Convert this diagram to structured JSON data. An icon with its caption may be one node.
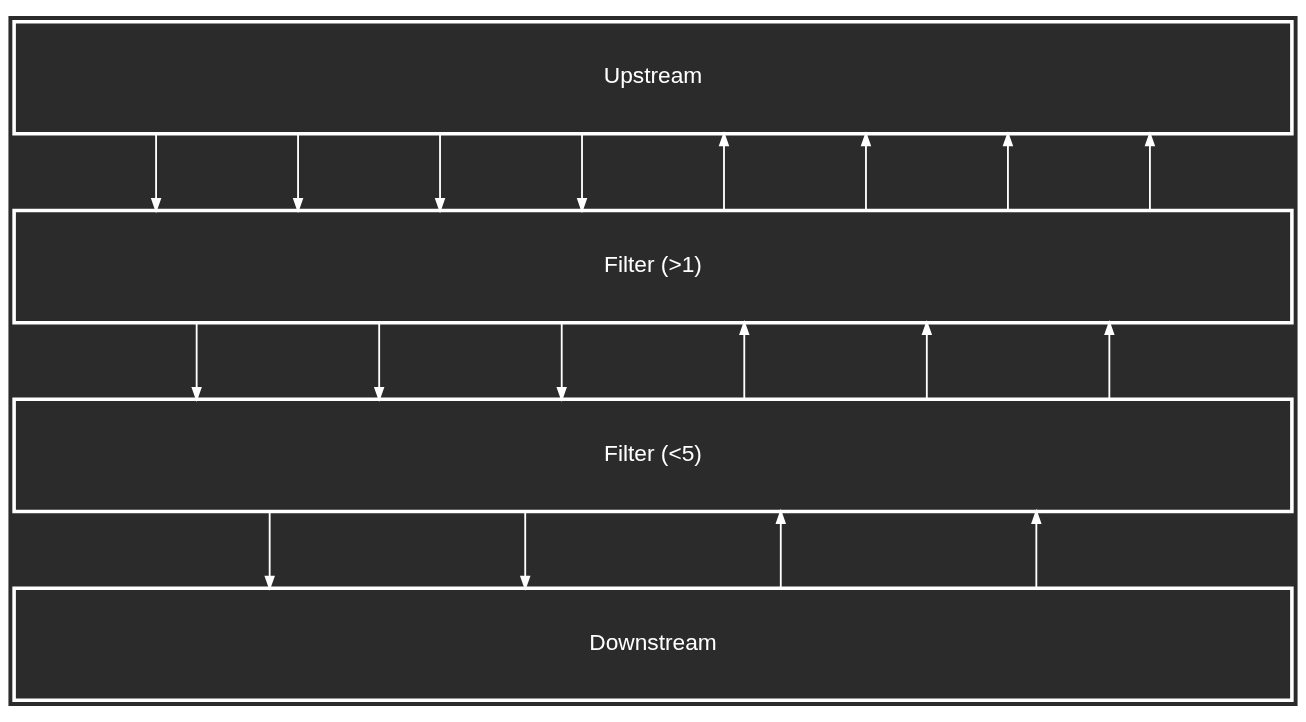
{
  "diagram": {
    "nodes": [
      {
        "text": [
          "Upstream"
        ]
      },
      {
        "text": [
          "Filter (>1)"
        ]
      },
      {
        "text": [
          "Filter (<5)"
        ]
      },
      {
        "text": [
          "Downstream"
        ]
      }
    ],
    "edges": [
      {
        "from": 1,
        "to": 0,
        "arrow": "to"
      },
      {
        "from": 0,
        "to": 1,
        "arrow": "to"
      },
      {
        "from": 1,
        "to": 0,
        "arrow": "to"
      },
      {
        "from": 0,
        "to": 1,
        "arrow": "to"
      },
      {
        "from": 1,
        "to": 0,
        "arrow": "to"
      },
      {
        "from": 0,
        "to": 1,
        "arrow": "to"
      },
      {
        "from": 1,
        "to": 0,
        "arrow": "to"
      },
      {
        "from": 0,
        "to": 1,
        "arrow": "to"
      },
      {
        "from": 2,
        "to": 1,
        "arrow": "to"
      },
      {
        "from": 1,
        "to": 2,
        "arrow": "to"
      },
      {
        "from": 2,
        "to": 1,
        "arrow": "to"
      },
      {
        "from": 1,
        "to": 2,
        "arrow": "to"
      },
      {
        "from": 2,
        "to": 1,
        "arrow": "to"
      },
      {
        "from": 1,
        "to": 2,
        "arrow": "to"
      },
      {
        "from": 3,
        "to": 2,
        "arrow": "to"
      },
      {
        "from": 2,
        "to": 3,
        "arrow": "to"
      },
      {
        "from": 3,
        "to": 2,
        "arrow": "to"
      },
      {
        "from": 2,
        "to": 3,
        "arrow": "to"
      }
    ]
  }
}
